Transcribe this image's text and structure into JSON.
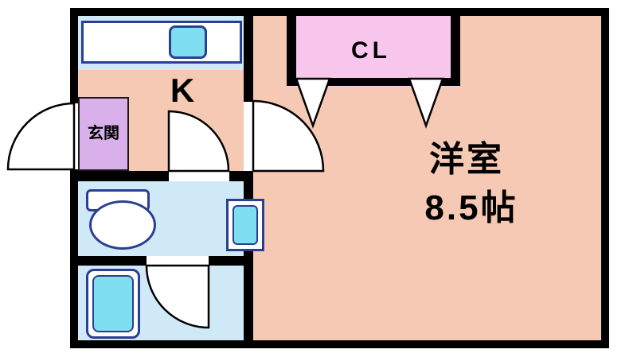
{
  "title": "apartment-floor-plan",
  "labels": {
    "kitchen": "K",
    "closet": "CL",
    "entrance": "玄関",
    "main_room_name": "洋室",
    "main_room_size": "8.5帖"
  },
  "colors": {
    "wall": "#000000",
    "room_fill": "#f5c9b3",
    "wet_area_fill": "#cfe9f7",
    "closet_fill": "#f8c6ec",
    "entrance_fill": "#d9b0e9",
    "fixture_fill": "#7fdff0",
    "fixture_border": "#2b3f92",
    "background": "#ffffff"
  }
}
